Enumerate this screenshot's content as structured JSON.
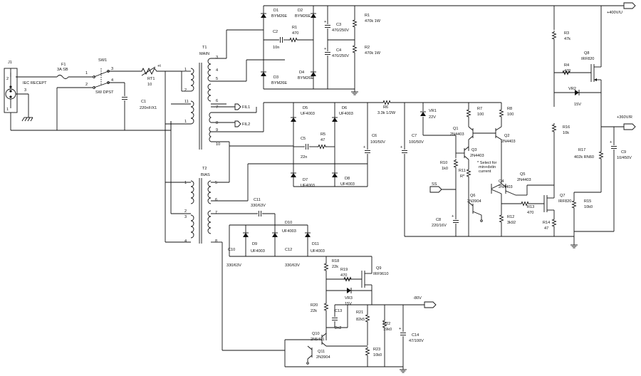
{
  "labels": {
    "j1": "J1",
    "j1_name": "IEC RECEPT",
    "f1": "F1",
    "f1_val": "3A SB",
    "sw1": "SW1",
    "sw1_type": "SW DPST",
    "rt1": "RT1",
    "rt1_val": "10",
    "c1": "C1",
    "c1_val": "220nF/X1",
    "t1": "T1",
    "t1_name": "MAIN",
    "t2": "T2",
    "t2_name": "BIAS",
    "d1": "D1",
    "d1_val": "BYM26E",
    "d2": "D2",
    "d2_val": "BYM26E",
    "d3": "D3",
    "d3_val": "BYM26E",
    "d4": "D4",
    "d4_val": "BYM26E",
    "c2": "C2",
    "c2_val": "10n",
    "r1a": "R1",
    "r1a_val": "470",
    "r1": "R1",
    "r1_val": "470k 1W",
    "r2": "R2",
    "r2_val": "470k 1W",
    "c3": "C3",
    "c3_val": "470/250V",
    "c4": "C4",
    "c4_val": "470/250V",
    "hv_out": "+400V/U",
    "fil1": "FIL1",
    "fil2": "FIL2",
    "d5": "D5",
    "d5_val": "UF4003",
    "d6": "D6",
    "d6_val": "UF4003",
    "d7": "D7",
    "d7_val": "UF4003",
    "d8": "D8",
    "d8_val": "UF4003",
    "c5": "C5",
    "c5_val": "22n",
    "r5": "R5",
    "r5_val": "47",
    "c6": "C6",
    "c6_val": "100/50V",
    "c7": "C7",
    "c7_val": "100/50V",
    "r6": "R6",
    "r6_val": "3.3k 1/2W",
    "vr1": "VR1",
    "vr1_val": "22V",
    "r7": "R7",
    "r7_val": "100",
    "r8": "R8",
    "r8_val": "100",
    "q1": "Q1",
    "q1_val": "2N4403",
    "q2": "Q2",
    "q2_val": "2N4403",
    "q3": "Q3",
    "q3_val": "2N4403",
    "r10": "R10",
    "r10_val": "1k0",
    "r11": "R11",
    "r11_val": "R*",
    "note": "* Select for",
    "note2": "min+dstin",
    "note3": "current",
    "q4": "Q4",
    "q4_val": "2N4403",
    "q5": "Q5",
    "q5_val": "2N4403",
    "q6": "Q6",
    "q6_val": "2N3904",
    "ss": "SS",
    "c8": "C8",
    "c8_val": "220/16V",
    "r12": "R12",
    "r12_val": "3k92",
    "r13": "R13",
    "r13_val": "470",
    "r14": "R14",
    "r14_val": "47",
    "q7": "Q7",
    "q7_val": "IRF820",
    "r15": "R15",
    "r15_val": "10k0",
    "r3": "R3",
    "r3_val": "47k",
    "r4": "R4",
    "r4_val": "470",
    "q8": "Q8",
    "q8_val": "IRF820",
    "vr2": "VR2",
    "vr2_val": "15V",
    "r16": "R16",
    "r16_val": "10k",
    "r17": "R17",
    "r17_val": "402k RN60",
    "c9": "C9",
    "c9_val": "10/450V",
    "out_360": "+360V/R",
    "c11": "C11",
    "c11_val": "330/63V",
    "d10": "D10",
    "d10_val": "UF4003",
    "d9": "D9",
    "d9_val": "UF4003",
    "d11": "D11",
    "d11_val": "UF4003",
    "c10": "C10",
    "c10_val": "330/63V",
    "c12": "C12",
    "c12_val": "330/63V",
    "r18": "R18",
    "r18_val": "22k",
    "r19": "R19",
    "r19_val": "470",
    "q9": "Q9",
    "q9_val": "IRF9610",
    "vr3": "VR3",
    "vr3_val": "15V",
    "r20": "R20",
    "r20_val": "22k",
    "c13": "C13",
    "c13_val": "2n2",
    "r21": "R21",
    "r21_val": "82k5",
    "r22": "R22",
    "r22_val": "19k0",
    "neg_out": "-80V",
    "c14": "C14",
    "c14_val": "47/100V",
    "q10": "Q10",
    "q10_val": "2N5401",
    "q11": "Q11",
    "q11_val": "2N3904",
    "r23": "R23",
    "r23_val": "10k0"
  }
}
